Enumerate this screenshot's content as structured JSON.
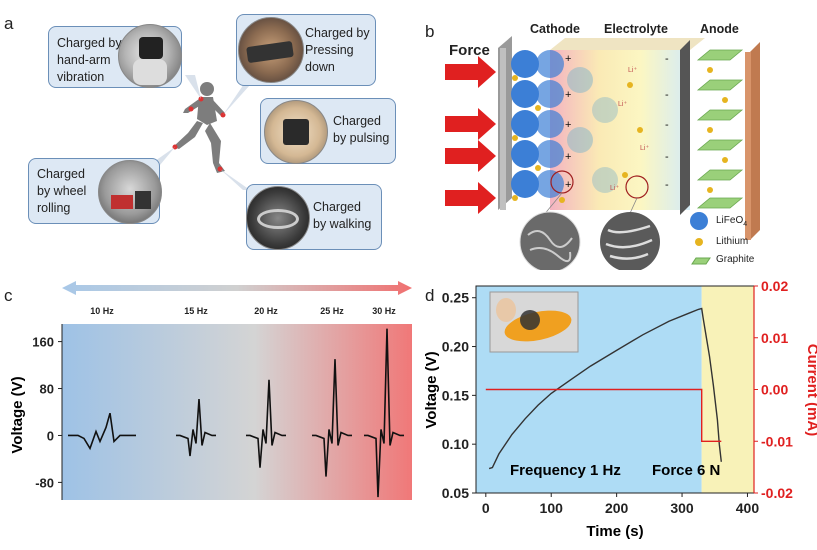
{
  "panel_a": {
    "letter": "a",
    "callouts": [
      {
        "id": "hand",
        "text_lines": [
          "Charged by",
          "hand-arm",
          "vibration"
        ]
      },
      {
        "id": "press",
        "text_lines": [
          "Charged by",
          "Pressing",
          "down"
        ]
      },
      {
        "id": "pulse",
        "text_lines": [
          "Charged",
          "by pulsing"
        ]
      },
      {
        "id": "wheel",
        "text_lines": [
          "Charged",
          "by wheel",
          "rolling"
        ]
      },
      {
        "id": "walk",
        "text_lines": [
          "Charged",
          "by walking"
        ]
      }
    ]
  },
  "panel_b": {
    "letter": "b",
    "force_label": "Force",
    "cathode_label": "Cathode",
    "electrolyte_label": "Electrolyte",
    "anode_label": "Anode",
    "li_ion_label": "Li⁺",
    "legend": [
      {
        "label": "LiFeO",
        "subscript": "4",
        "color": "#3c7fd6"
      },
      {
        "label": "Lithium",
        "subscript": "",
        "color": "#e6b420"
      },
      {
        "label": "Graphite",
        "subscript": "",
        "color": "#9ad07a"
      }
    ]
  },
  "panel_c": {
    "letter": "c",
    "chart_data": {
      "type": "line",
      "ylabel": "Voltage (V)",
      "ylim": [
        -110,
        190
      ],
      "yticks": [
        -80,
        0,
        80,
        160
      ],
      "frequencies": [
        "10 Hz",
        "15 Hz",
        "20 Hz",
        "25 Hz",
        "30 Hz"
      ],
      "series": [
        {
          "peak_pos": 38,
          "peak_neg": -22
        },
        {
          "peak_pos": 62,
          "peak_neg": -35
        },
        {
          "peak_pos": 95,
          "peak_neg": -55
        },
        {
          "peak_pos": 130,
          "peak_neg": -70
        },
        {
          "peak_pos": 182,
          "peak_neg": -105
        }
      ]
    }
  },
  "panel_d": {
    "letter": "d",
    "chart_data": {
      "type": "line",
      "xlabel": "Time (s)",
      "ylabel": "Voltage (V)",
      "ylabel_right": "Current (mA)",
      "xlim": [
        -15,
        410
      ],
      "xticks": [
        0,
        100,
        200,
        300,
        400
      ],
      "ylim": [
        0.05,
        0.262
      ],
      "yticks": [
        0.05,
        0.1,
        0.15,
        0.2,
        0.25
      ],
      "ylim_right": [
        -0.02,
        0.02
      ],
      "yticks_right": [
        -0.02,
        -0.01,
        0.0,
        0.01,
        0.02
      ],
      "shading": [
        {
          "from": -15,
          "to": 330,
          "color": "#aedcf5"
        },
        {
          "from": 330,
          "to": 410,
          "color": "#f8f2b8"
        }
      ],
      "series": [
        {
          "color": "#333333",
          "axis": "left",
          "x": [
            5,
            10,
            20,
            40,
            60,
            80,
            100,
            130,
            160,
            200,
            240,
            280,
            310,
            325,
            330,
            332,
            336,
            342,
            348,
            354,
            357,
            360
          ],
          "y": [
            0.075,
            0.076,
            0.09,
            0.11,
            0.126,
            0.14,
            0.152,
            0.166,
            0.18,
            0.196,
            0.212,
            0.226,
            0.234,
            0.238,
            0.239,
            0.23,
            0.214,
            0.19,
            0.16,
            0.125,
            0.1,
            0.082
          ]
        },
        {
          "color": "#e02020",
          "axis": "right",
          "x": [
            0,
            330,
            330,
            360
          ],
          "y": [
            0.0,
            0.0,
            -0.01,
            -0.01
          ]
        }
      ],
      "annotations": [
        "Frequency 1 Hz",
        "Force 6 N"
      ]
    }
  }
}
